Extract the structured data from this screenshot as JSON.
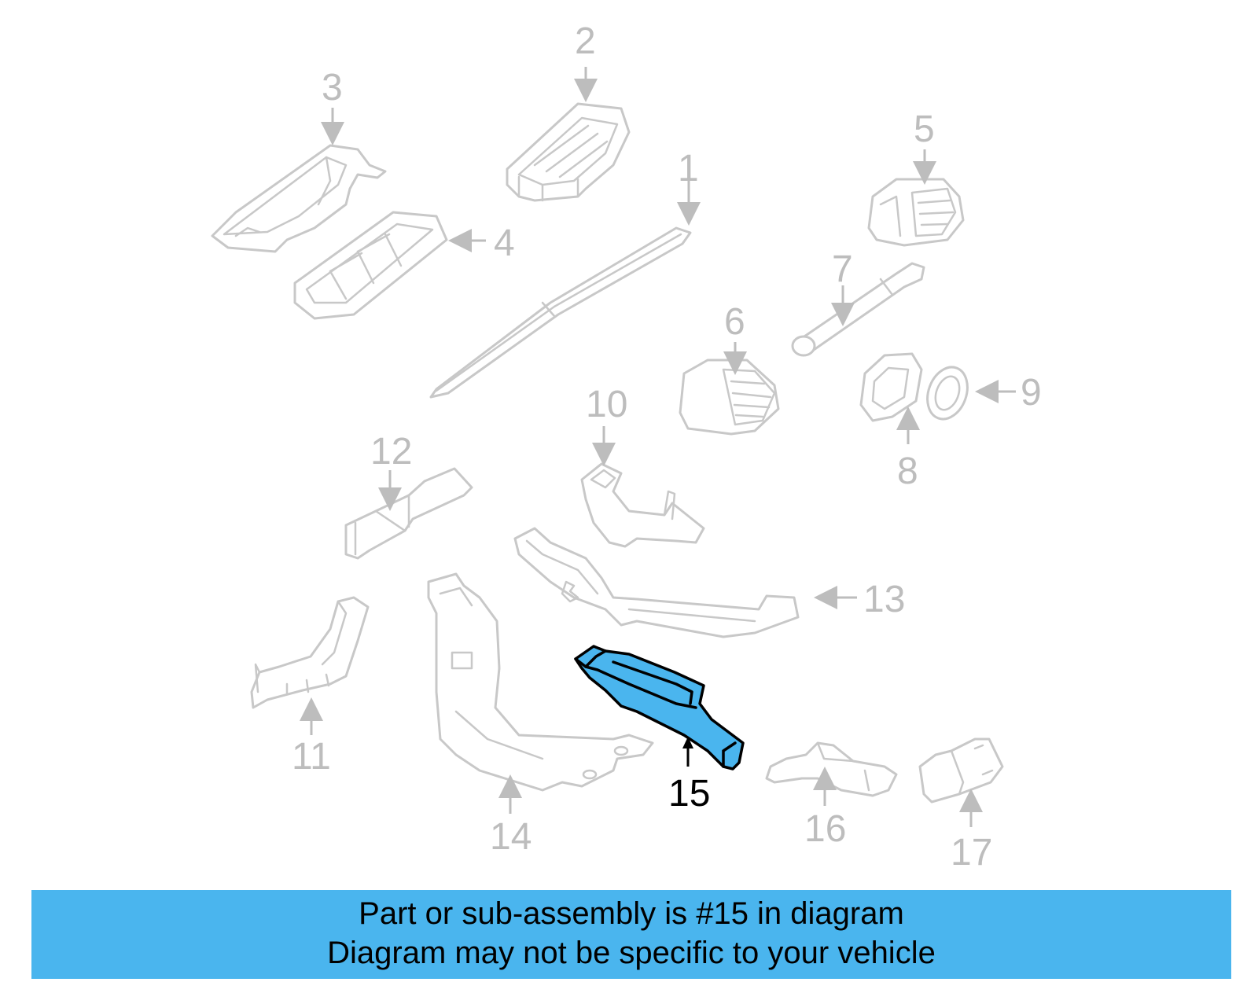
{
  "diagram": {
    "callouts": [
      {
        "id": "1",
        "label": "1"
      },
      {
        "id": "2",
        "label": "2"
      },
      {
        "id": "3",
        "label": "3"
      },
      {
        "id": "4",
        "label": "4"
      },
      {
        "id": "5",
        "label": "5"
      },
      {
        "id": "6",
        "label": "6"
      },
      {
        "id": "7",
        "label": "7"
      },
      {
        "id": "8",
        "label": "8"
      },
      {
        "id": "9",
        "label": "9"
      },
      {
        "id": "10",
        "label": "10"
      },
      {
        "id": "11",
        "label": "11"
      },
      {
        "id": "12",
        "label": "12"
      },
      {
        "id": "13",
        "label": "13"
      },
      {
        "id": "14",
        "label": "14"
      },
      {
        "id": "15",
        "label": "15"
      },
      {
        "id": "16",
        "label": "16"
      },
      {
        "id": "17",
        "label": "17"
      }
    ],
    "highlighted_part": "15",
    "colors": {
      "highlight_fill": "#4ab5ee",
      "caption_bar": "#4ab5ee",
      "part_outline": "#c8c8c8",
      "callout_text": "#bdbdbd"
    }
  },
  "caption": {
    "line1": "Part or sub-assembly is #15 in diagram",
    "line2": "Diagram may not be specific to your vehicle"
  }
}
